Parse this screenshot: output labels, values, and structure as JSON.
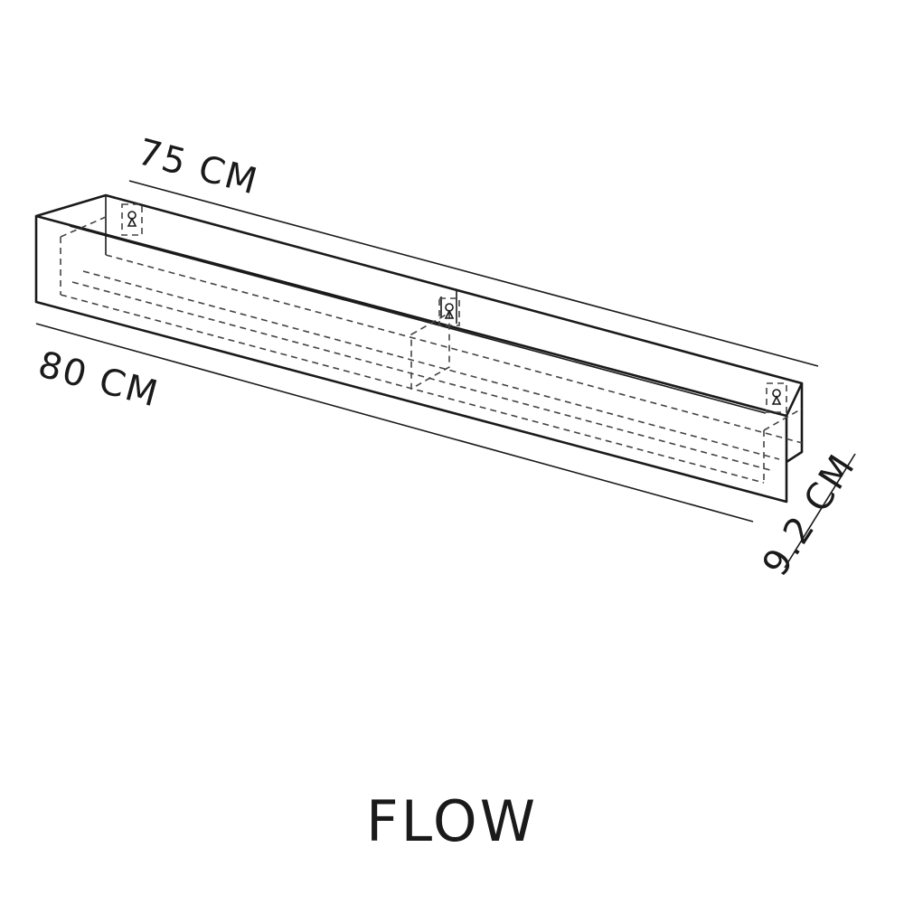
{
  "diagram": {
    "product_name": "FLOW",
    "dimensions": {
      "inner_length": "75 CM",
      "outer_length": "80 CM",
      "depth": "9.2 CM"
    },
    "line_color": "#1a1a1a"
  }
}
